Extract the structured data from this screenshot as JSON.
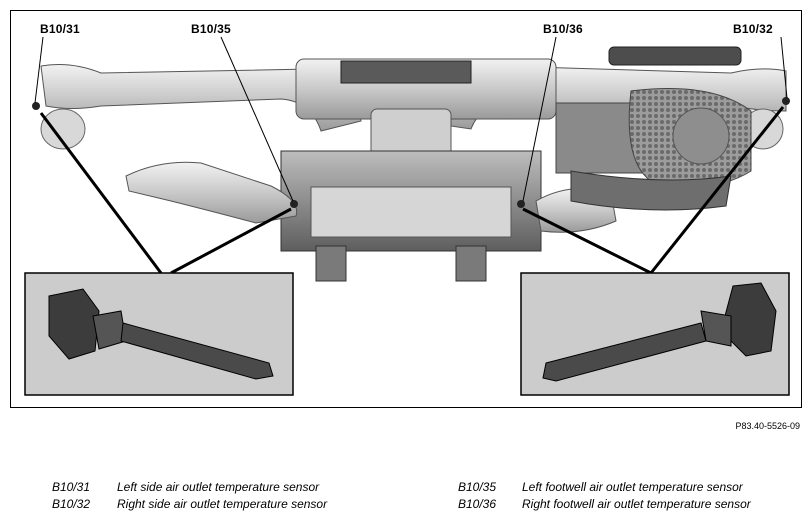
{
  "callouts": {
    "b1031": "B10/31",
    "b1035": "B10/35",
    "b1036": "B10/36",
    "b1032": "B10/32"
  },
  "figure_code": "P83.40-5526-09",
  "legend": [
    {
      "code": "B10/31",
      "desc": "Left side air outlet temperature sensor"
    },
    {
      "code": "B10/32",
      "desc": "Right side air outlet temperature sensor"
    },
    {
      "code": "B10/35",
      "desc": "Left footwell air outlet temperature sensor"
    },
    {
      "code": "B10/36",
      "desc": "Right footwell air outlet temperature sensor"
    }
  ]
}
